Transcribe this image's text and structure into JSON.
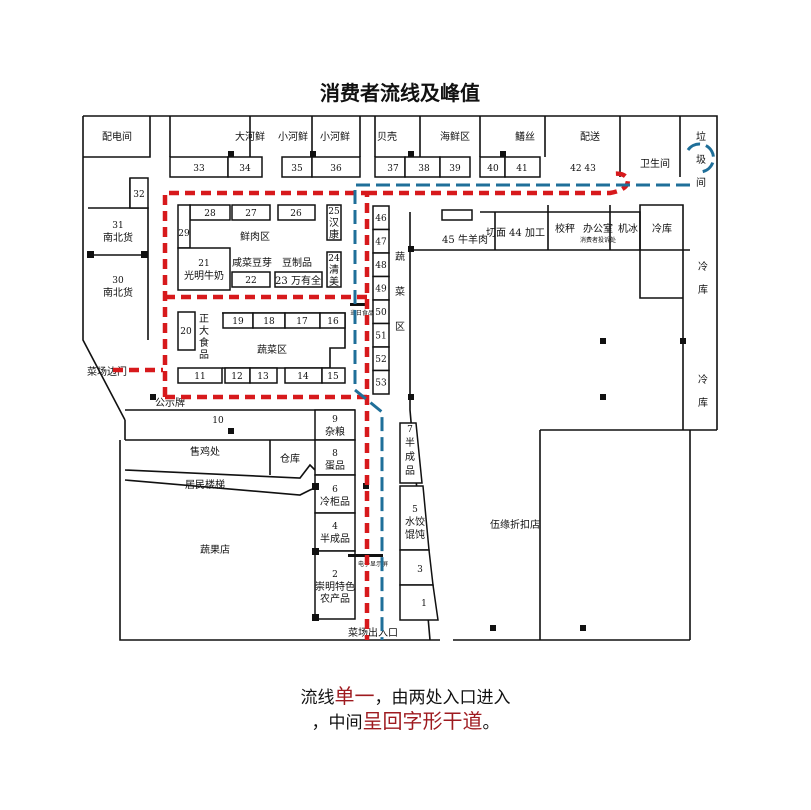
{
  "title": "消费者流线及峰值",
  "colors": {
    "route_red": "#d7191c",
    "route_blue": "#1f6f99",
    "highlight": "#9e1a1f"
  },
  "top_rooms": [
    "配电间",
    "大河鲜",
    "小河鲜",
    "小河鲜",
    "贝壳",
    "海鲜区",
    "鳝丝",
    "配送",
    "卫生间",
    "垃",
    "圾",
    "间"
  ],
  "stalls_top": [
    "33",
    "34",
    "35",
    "36",
    "37",
    "38",
    "39",
    "40",
    "41",
    "42 43"
  ],
  "left_stalls": {
    "s32": "32",
    "s31": "31",
    "s31_name": "南北货",
    "s30": "30",
    "s30_name": "南北货"
  },
  "meat_block": {
    "s28": "28",
    "s27": "27",
    "s26": "26",
    "s25": "25",
    "s25_name": [
      "汉",
      "康"
    ],
    "s29": "29",
    "zone": "鲜肉区",
    "s21": "21",
    "s21_name": "光明牛奶",
    "pickles": "咸菜豆芽",
    "tofu": "豆制品",
    "s22": "22",
    "s23": "23 万有全",
    "s24": "24",
    "s24_name": [
      "清",
      "美"
    ]
  },
  "veg_block": {
    "s20": "20",
    "s20_name": [
      "正",
      "大",
      "食",
      "品"
    ],
    "s19": "19",
    "s18": "18",
    "s17": "17",
    "s16": "16",
    "zone": "蔬菜区",
    "s11": "11",
    "s12": "12",
    "s13": "13",
    "s14": "14",
    "s15": "15"
  },
  "column_stalls": [
    "46",
    "47",
    "48",
    "49",
    "50",
    "51",
    "52",
    "53"
  ],
  "right_veg_zone": [
    "蔬",
    "菜",
    "区"
  ],
  "right_rooms": {
    "beef": "45 牛羊肉",
    "noodle": "切面",
    "processing": "44 加工",
    "scale": "校秤",
    "office": "办公室",
    "complaints": "消费者投诉处",
    "ice": "机冰",
    "cold1": "冷库",
    "cold2": [
      "冷",
      "库"
    ],
    "cold3": [
      "冷",
      "库"
    ]
  },
  "bottom_left": {
    "s10": "10",
    "chicken": "售鸡处",
    "warehouse": "仓库",
    "stairs": "居民楼梯",
    "fruit_shop": "蔬果店"
  },
  "bottom_stalls": [
    {
      "num": "9",
      "name": "杂粮"
    },
    {
      "num": "8",
      "name": "蛋品"
    },
    {
      "num": "6",
      "name": "冷柜品"
    },
    {
      "num": "4",
      "name": "半成品"
    },
    {
      "num": "2",
      "name": "崇明特色",
      "name2": "农产品"
    }
  ],
  "right_bottom": {
    "s7": "7",
    "s7_name": [
      "半",
      "成",
      "品"
    ],
    "s5": "5",
    "s5_name": "水饺",
    "s5_name2": "馄饨",
    "s3": "3",
    "s1": "1",
    "discount": "伍缘折扣店"
  },
  "markers": {
    "side_gate": "菜场边门",
    "notice": "公示牌",
    "today_food": "当日食品",
    "screen": "电子显示屏",
    "main_entrance": "菜场出入口"
  },
  "caption": {
    "line1_a": "流线",
    "line1_hl": "单一",
    "line1_b": "，由两处入口进入",
    "line2_a": "，中间",
    "line2_hl": "呈回字形干道",
    "line2_b": "。"
  }
}
